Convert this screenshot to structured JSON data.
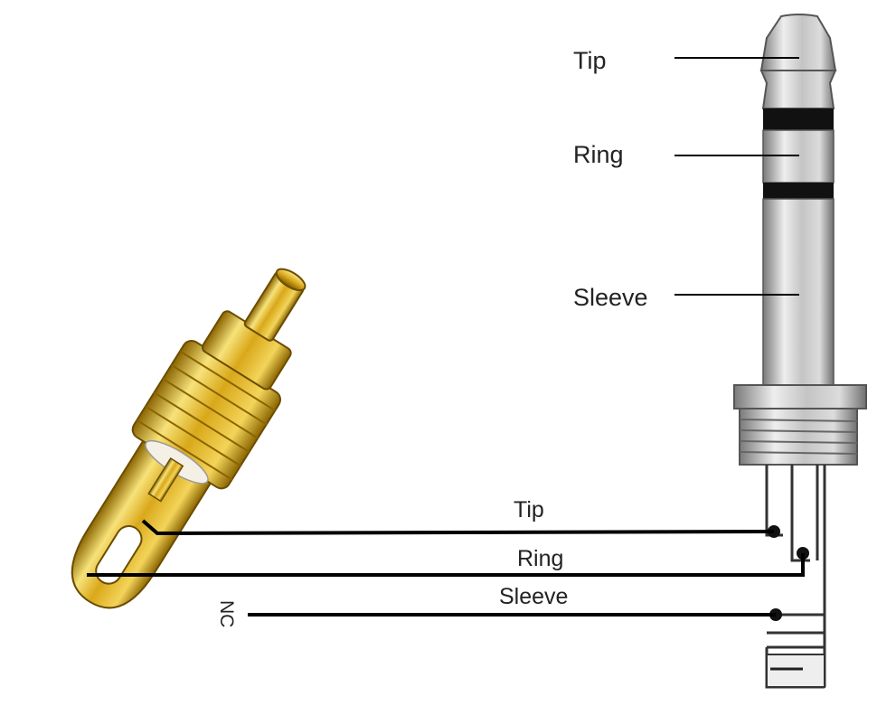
{
  "diagram": {
    "plug_labels": {
      "tip": "Tip",
      "ring": "Ring",
      "sleeve": "Sleeve"
    },
    "wire_labels": {
      "tip": "Tip",
      "ring": "Ring",
      "sleeve": "Sleeve",
      "nc": "NC"
    },
    "colors": {
      "gold_light": "#f7e27a",
      "gold": "#d9a81a",
      "gold_dark": "#8a6400",
      "metal_light": "#e6e6e6",
      "metal": "#bfbfbf",
      "metal_dark": "#7a7a7a",
      "wire": "#000000",
      "insulator": "#f5f0e6"
    }
  }
}
